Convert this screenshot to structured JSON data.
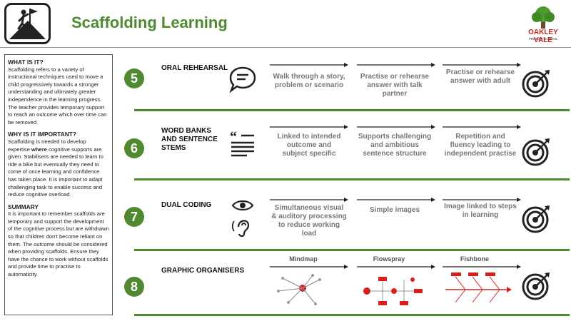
{
  "header": {
    "title": "Scaffolding Learning",
    "logo_icon": "climber-flag-icon",
    "school_name": "OAKLEY VALE",
    "school_sub": "PRIMARY SCHOOL"
  },
  "sidebar": {
    "sections": [
      {
        "heading": "WHAT IS IT?",
        "text": "Scaffolding refers to a variety of instructional techniques used to move a child progressively towards a stronger understanding and ultimately greater independence in the learning progress. The teacher provides temporary support to reach an outcome which over time can be removed."
      },
      {
        "heading": "WHY IS IT IMPORTANT?",
        "text_before": "Scaffolding is needed to develop expertise ",
        "text_emph": "where",
        "text_after": " cognitive supports are given. Stabilisers are needed to learn to ride a bike but eventually they need to come of once learning and confidence has taken place. It is important to adapt challenging task to enable success and reduce cognitive overload."
      },
      {
        "heading": "SUMMARY",
        "text": "It is important to remember scaffolds are temporary and support the development of the cognitive process but are withdrawn so that children don't become reliant on them. The outcome should be considered when providing scaffolds. Ensure they have the chance to work without scaffolds and provide time to practise to automaticity."
      }
    ]
  },
  "rows": [
    {
      "number": "5",
      "title": "ORAL REHEARSAL",
      "icon": "speech-bubble-icon",
      "steps": [
        "Walk through a story, problem or scenario",
        "Practise or rehearse answer with talk partner",
        "Practise or rehearse answer with adult"
      ]
    },
    {
      "number": "6",
      "title": "WORD BANKS AND SENTENCE STEMS",
      "icon": "quote-text-icon",
      "steps": [
        "Linked to intended outcome and subject specific",
        "Supports challenging and ambitious sentence structure",
        "Repetition and fluency leading to independent practise"
      ]
    },
    {
      "number": "7",
      "title": "DUAL CODING",
      "icon": "eye-ear-icon",
      "steps": [
        "Simultaneous visual & auditory processing to reduce working load",
        "Simple images",
        "Image linked to steps in learning"
      ]
    },
    {
      "number": "8",
      "title": "GRAPHIC ORGANISERS",
      "icon": "",
      "steps": [
        "Mindmap",
        "Flowspray",
        "Fishbone"
      ]
    }
  ],
  "colors": {
    "accent": "#4f8a31",
    "arrow": "#222222",
    "red": "#d62020"
  }
}
